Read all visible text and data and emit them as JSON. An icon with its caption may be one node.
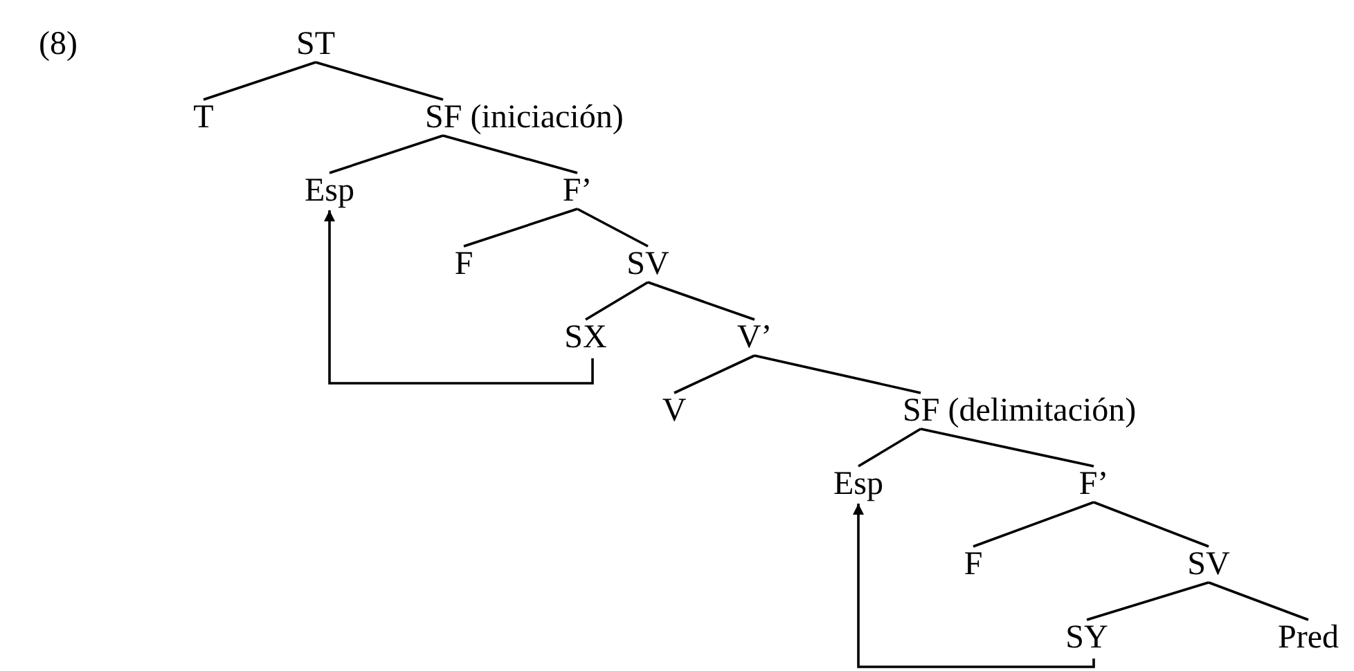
{
  "diagram": {
    "nodes": [
      {
        "text": [
          "ST"
        ]
      },
      {
        "text": [
          "T"
        ]
      },
      {
        "text": [
          "SF (iniciación)"
        ]
      },
      {
        "text": [
          "Esp"
        ]
      },
      {
        "text": [
          "F’"
        ]
      },
      {
        "text": [
          "F"
        ]
      },
      {
        "text": [
          "SV"
        ]
      },
      {
        "text": [
          "SX"
        ]
      },
      {
        "text": [
          "V’"
        ]
      },
      {
        "text": [
          "V"
        ]
      },
      {
        "text": [
          "SF (delimitación)"
        ]
      },
      {
        "text": [
          "Esp"
        ]
      },
      {
        "text": [
          "F’"
        ]
      },
      {
        "text": [
          "F"
        ]
      },
      {
        "text": [
          "SV"
        ]
      },
      {
        "text": [
          "SY"
        ]
      },
      {
        "text": [
          "Pred"
        ]
      }
    ],
    "edges": [
      {
        "from": 0,
        "to": 1,
        "arrow": "none"
      },
      {
        "from": 0,
        "to": 2,
        "arrow": "none"
      },
      {
        "from": 2,
        "to": 3,
        "arrow": "none"
      },
      {
        "from": 2,
        "to": 4,
        "arrow": "none"
      },
      {
        "from": 4,
        "to": 5,
        "arrow": "none"
      },
      {
        "from": 4,
        "to": 6,
        "arrow": "none"
      },
      {
        "from": 6,
        "to": 7,
        "arrow": "none"
      },
      {
        "from": 6,
        "to": 8,
        "arrow": "none"
      },
      {
        "from": 8,
        "to": 9,
        "arrow": "none"
      },
      {
        "from": 8,
        "to": 10,
        "arrow": "none"
      },
      {
        "from": 10,
        "to": 11,
        "arrow": "none"
      },
      {
        "from": 10,
        "to": 12,
        "arrow": "none"
      },
      {
        "from": 12,
        "to": 13,
        "arrow": "none"
      },
      {
        "from": 12,
        "to": 14,
        "arrow": "none"
      },
      {
        "from": 14,
        "to": 15,
        "arrow": "none"
      },
      {
        "from": 14,
        "to": 16,
        "arrow": "none"
      },
      {
        "from": 7,
        "to": 3,
        "arrow": "to"
      },
      {
        "from": 15,
        "to": 11,
        "arrow": "to"
      }
    ],
    "labels": [
      "(8)"
    ]
  }
}
